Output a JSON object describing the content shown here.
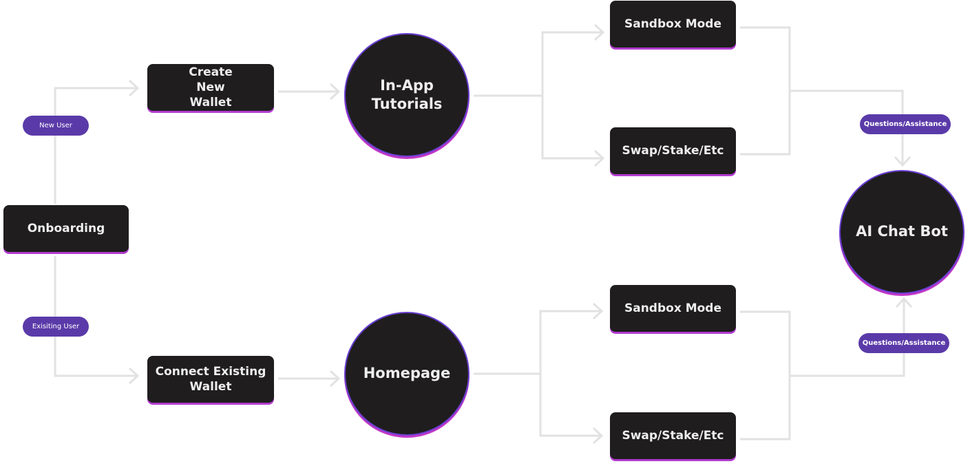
{
  "nodes": {
    "onboarding": "Onboarding",
    "create_wallet": "Create New Wallet",
    "connect_wallet": "Connect Existing Wallet",
    "tutorials": "In-App Tutorials",
    "homepage": "Homepage",
    "sandbox_top": "Sandbox Mode",
    "swap_top": "Swap/Stake/Etc",
    "sandbox_bottom": "Sandbox Mode",
    "swap_bottom": "Swap/Stake/Etc",
    "chatbot": "AI Chat Bot"
  },
  "edge_labels": {
    "new_user": "New User",
    "existing_user": "Exisiting User",
    "questions_top": "Questions/Assistance",
    "questions_bottom": "Questions/Assistance"
  },
  "colors": {
    "node_fill": "#1f1d1e",
    "node_text": "#eeeeee",
    "accent_pink": "#b23ccf",
    "accent_purple": "#6a3fd1",
    "pill_fill": "#5a3aa8",
    "connector": "#e2e2e2"
  }
}
